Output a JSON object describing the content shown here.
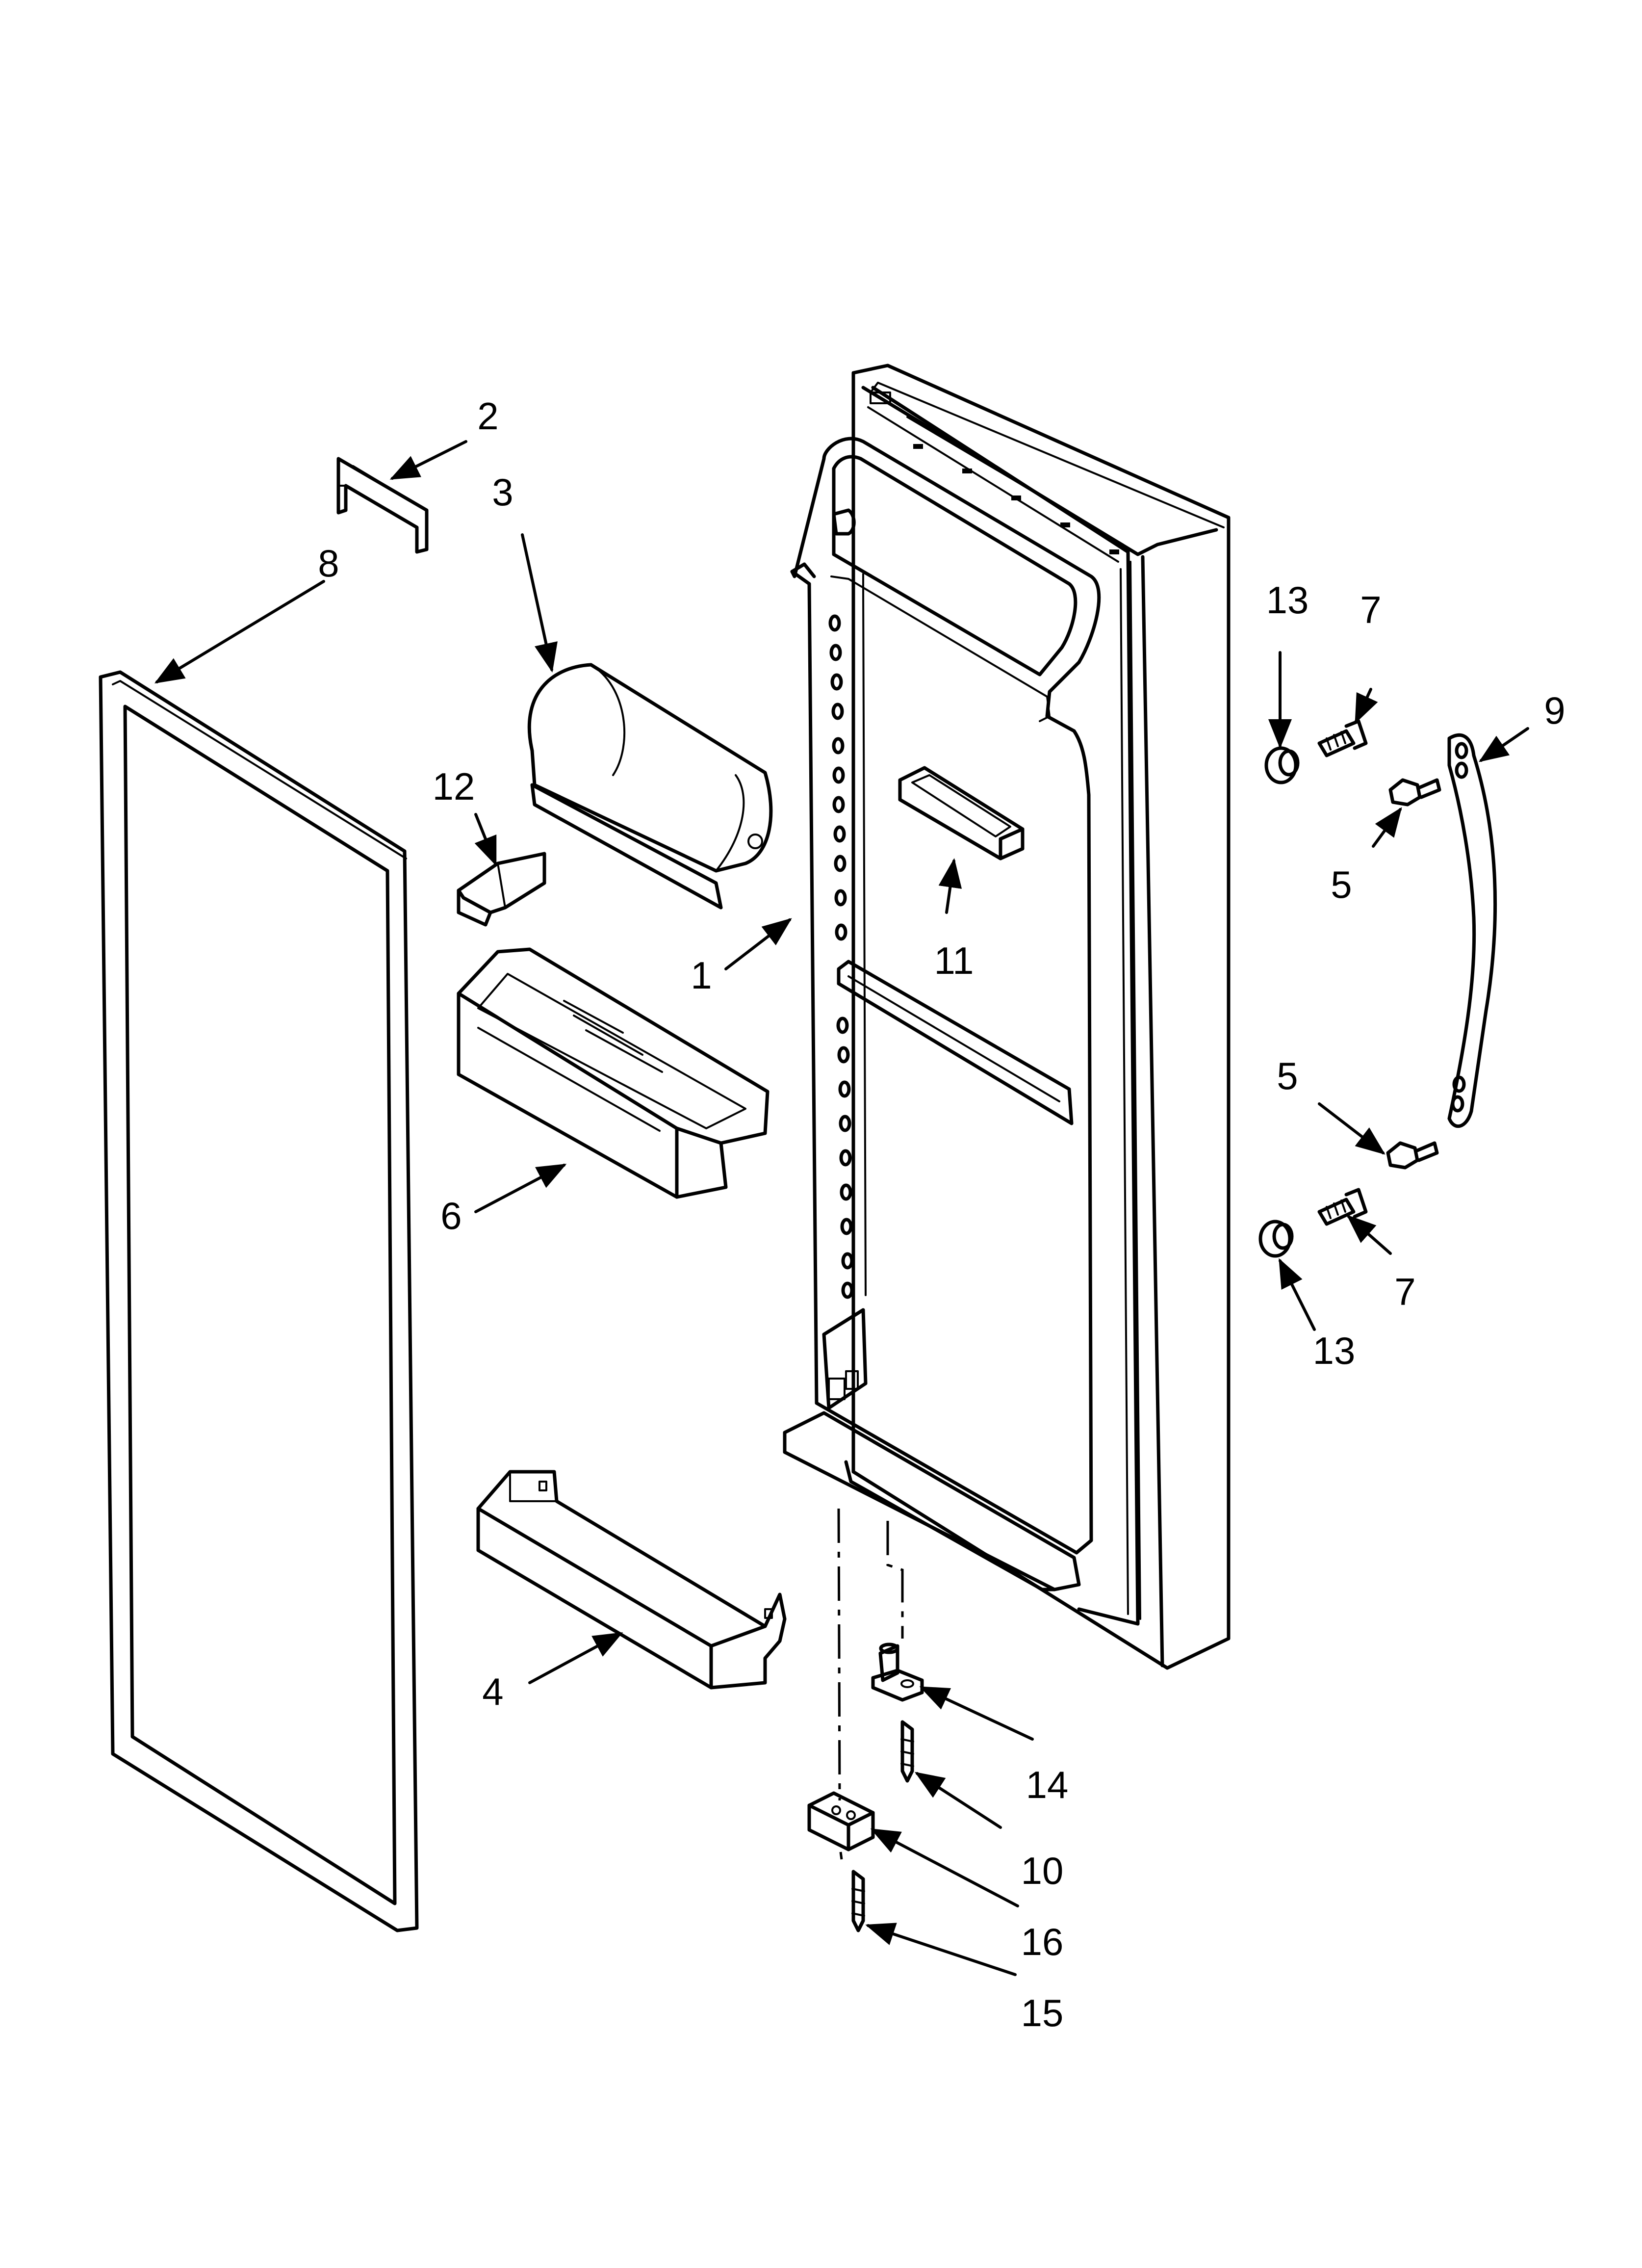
{
  "diagram": {
    "callouts": [
      {
        "id": "1",
        "label": "1"
      },
      {
        "id": "2",
        "label": "2"
      },
      {
        "id": "3",
        "label": "3"
      },
      {
        "id": "4",
        "label": "4"
      },
      {
        "id": "5a",
        "label": "5"
      },
      {
        "id": "5b",
        "label": "5"
      },
      {
        "id": "6",
        "label": "6"
      },
      {
        "id": "7a",
        "label": "7"
      },
      {
        "id": "7b",
        "label": "7"
      },
      {
        "id": "8",
        "label": "8"
      },
      {
        "id": "9",
        "label": "9"
      },
      {
        "id": "10",
        "label": "10"
      },
      {
        "id": "11",
        "label": "11"
      },
      {
        "id": "12",
        "label": "12"
      },
      {
        "id": "13a",
        "label": "13"
      },
      {
        "id": "13b",
        "label": "13"
      },
      {
        "id": "14",
        "label": "14"
      },
      {
        "id": "15",
        "label": "15"
      },
      {
        "id": "16",
        "label": "16"
      }
    ]
  }
}
